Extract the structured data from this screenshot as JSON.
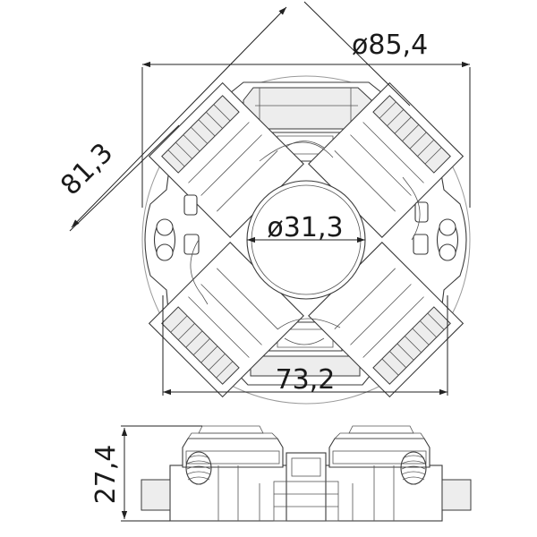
{
  "drawing": {
    "dimensions": {
      "outer_diameter": "ø85,4",
      "inner_diameter": "ø31,3",
      "diagonal": "81,3",
      "width": "73,2",
      "height": "27,4"
    }
  }
}
